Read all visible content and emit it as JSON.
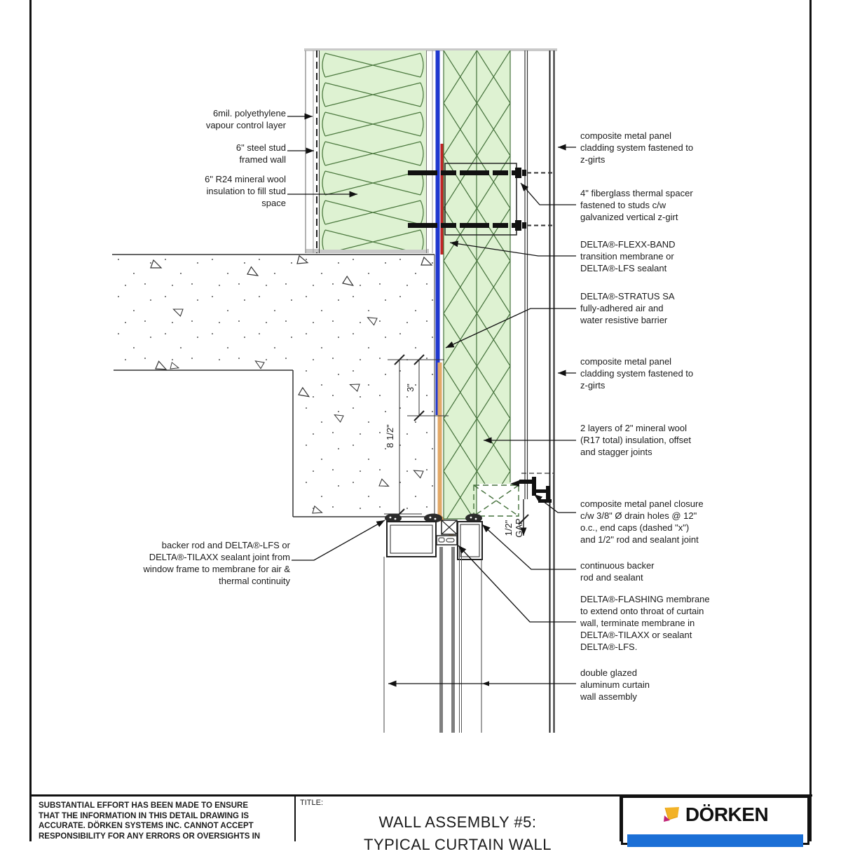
{
  "sheet": {
    "title_block": {
      "disclaimer": "SUBSTANTIAL EFFORT HAS BEEN MADE TO ENSURE\nTHAT THE INFORMATION IN THIS DETAIL DRAWING IS\nACCURATE. DÖRKEN SYSTEMS INC. CANNOT ACCEPT\nRESPONSIBILITY FOR ANY ERRORS OR OVERSIGHTS IN",
      "title_label": "TITLE:",
      "title_line1": "WALL ASSEMBLY #5:",
      "title_line2": "TYPICAL CURTAIN WALL",
      "brand": "DÖRKEN"
    }
  },
  "callouts": {
    "poly": "6mil. polyethylene\nvapour control layer",
    "stud": "6\" steel stud\nframed wall",
    "batt": "6\" R24 mineral wool\ninsulation to fill stud\nspace",
    "panel_top": "composite metal panel\ncladding system fastened to\nz-girts",
    "spacer": "4\" fiberglass thermal spacer\nfastened to studs c/w\ngalvanized vertical z-girt",
    "flexx": "DELTA®-FLEXX-BAND\ntransition membrane or\nDELTA®-LFS sealant",
    "stratus": "DELTA®-STRATUS SA\nfully-adhered air and\nwater resistive barrier",
    "panel_mid": "composite metal panel\ncladding system fastened to\nz-girts",
    "mwool2": "2 layers of 2\" mineral wool\n(R17 total)  insulation, offset\nand stagger joints",
    "closure": "composite metal panel closure\nc/w 3/8\" Ø drain holes @ 12\"\no.c., end caps (dashed \"x\")\nand 1/2\" rod and sealant joint",
    "backer": "continuous backer\nrod and sealant",
    "flashing": "DELTA®-FLASHING membrane\nto extend onto throat of curtain\nwall, terminate membrane in\nDELTA®-TILAXX  or sealant\nDELTA®-LFS.",
    "glazing": "double glazed\naluminum curtain\nwall assembly",
    "backer_joint": "backer rod and DELTA®-LFS or\nDELTA®-TILAXX sealant joint from\nwindow frame to membrane for air &\nthermal continuity"
  },
  "dimensions": {
    "offset_3in": "3\"",
    "offset_8half": "8 1/2\"",
    "gap": "1/2\"\nGAP"
  },
  "colors": {
    "air_barrier_blue": "#2038cf",
    "flexx_band_red": "#c32525",
    "flashing_tan": "#e2a968",
    "insulation_green": "#def2d2",
    "brand_bar_blue": "#1b6fd6"
  }
}
